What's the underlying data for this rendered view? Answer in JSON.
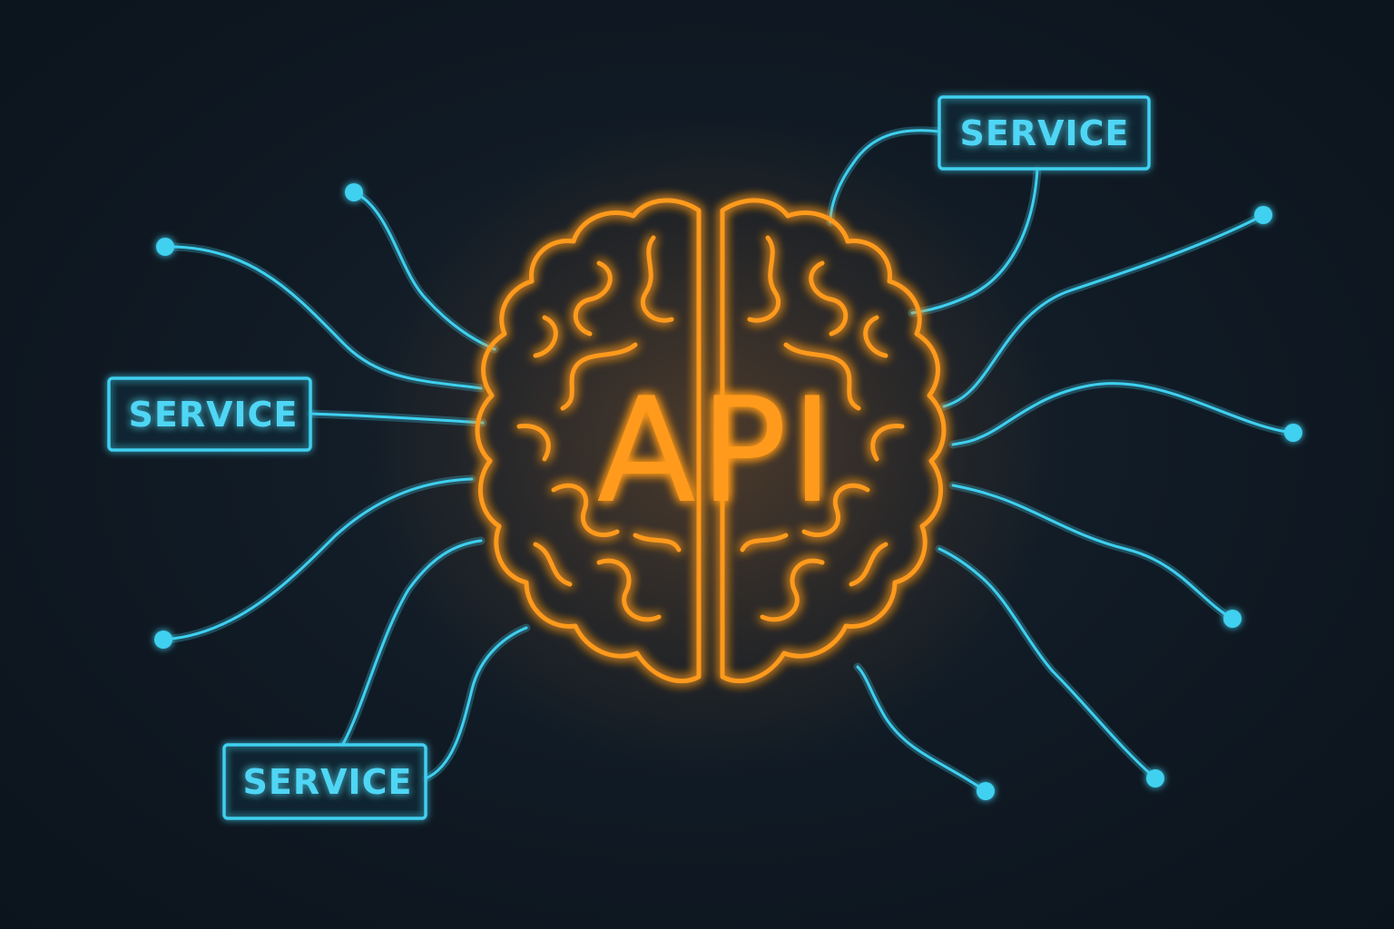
{
  "center": {
    "label": "API"
  },
  "services": [
    {
      "label": "SERVICE"
    },
    {
      "label": "SERVICE"
    },
    {
      "label": "SERVICE"
    }
  ],
  "colors": {
    "background": "#0d1620",
    "brain": "#ff9a1f",
    "brain_fill": "#3a2a22",
    "wire": "#3fd0f0",
    "service_text": "#4fd6f5"
  },
  "icons": {
    "center": "brain-icon",
    "endpoint": "node-dot-icon"
  }
}
